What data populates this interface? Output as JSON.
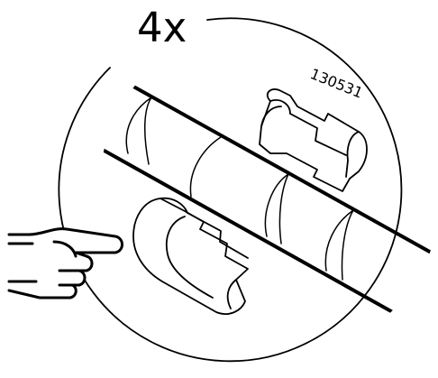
{
  "quantity_label": "4x",
  "part_number": "130531",
  "icons": {
    "pointer": "pointing-hand-icon",
    "detail": "magnified-detail-circle"
  },
  "colors": {
    "line": "#000000",
    "background": "#ffffff"
  }
}
